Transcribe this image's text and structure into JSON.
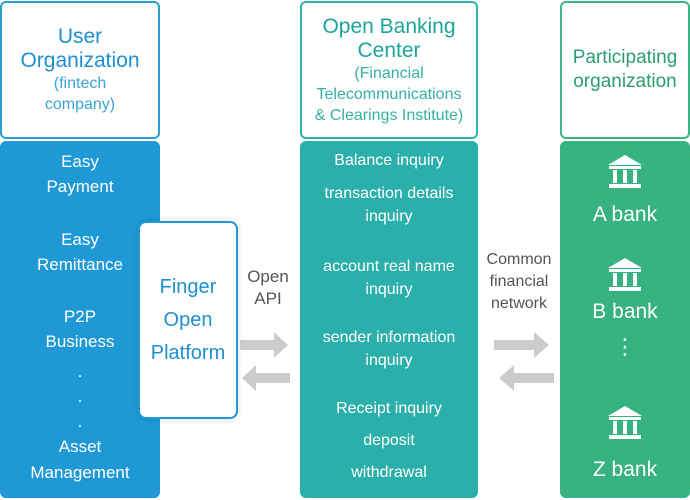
{
  "user_org": {
    "title_line1": "User",
    "title_line2": "Organization",
    "sub_line1": "(fintech",
    "sub_line2": "company)",
    "items": [
      "Easy",
      "Payment",
      "Easy",
      "Remittance",
      "P2P",
      "Business",
      ".",
      ".",
      ".",
      "Asset",
      "Management"
    ]
  },
  "platform": {
    "line1": "Finger",
    "line2": "Open",
    "line3": "Platform"
  },
  "open_api": {
    "line1": "Open",
    "line2": "API"
  },
  "center": {
    "title_line1": "Open Banking",
    "title_line2": "Center",
    "sub_line1": "(Financial",
    "sub_line2": "Telecommunications",
    "sub_line3": "& Clearings Institute)",
    "items": [
      "Balance inquiry",
      "transaction details",
      "inquiry",
      "account real name",
      "inquiry",
      "sender information",
      "inquiry",
      "Receipt inquiry",
      "deposit",
      "withdrawal"
    ]
  },
  "network": {
    "line1": "Common",
    "line2": "financial",
    "line3": "network"
  },
  "participating": {
    "title_line1": "Participating",
    "title_line2": "organization",
    "banks": [
      "A bank",
      "B bank",
      "Z bank"
    ],
    "ellipsis": "⋮"
  },
  "colors": {
    "blue": "#1f99d5",
    "teal": "#2bafaa",
    "green": "#37b281",
    "arrow": "#cccccc"
  },
  "icons": [
    "bank-icon",
    "arrow-right-icon",
    "arrow-left-icon"
  ]
}
